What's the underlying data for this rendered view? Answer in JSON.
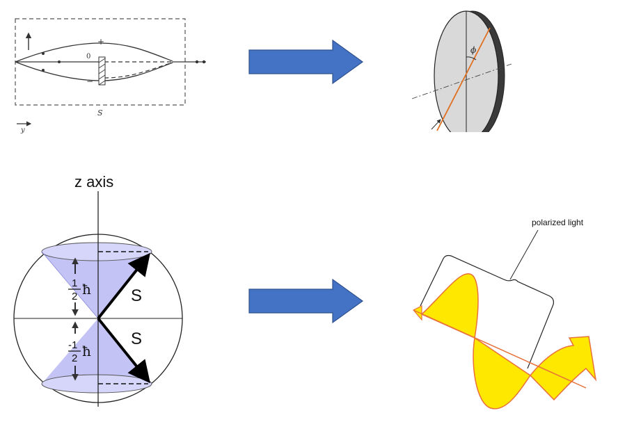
{
  "stern_gerlach": {
    "plus_label": "+",
    "zero_label": "0",
    "minus_label": "−",
    "s_label": "S",
    "y_axis_label": "y"
  },
  "waveplate": {
    "phi_label": "ϕ"
  },
  "spin_cones": {
    "axis_label": "z axis",
    "upper_vector_label": "S",
    "lower_vector_label": "S",
    "upper_fraction_num": "1",
    "upper_fraction_den": "2",
    "lower_fraction_num": "-1",
    "lower_fraction_den": "2",
    "hbar": "ħ"
  },
  "polarized_wave": {
    "label": "polarized light"
  },
  "colors": {
    "arrow_fill": "#4472c4",
    "arrow_stroke": "#2f528f",
    "cone_fill": "#b8b8f5",
    "wave_fill": "#ffe800",
    "wave_stroke": "#e8703a",
    "disk_face": "#d9d9d9",
    "disk_edge": "#3a3a3a",
    "beam": "#e07020"
  }
}
